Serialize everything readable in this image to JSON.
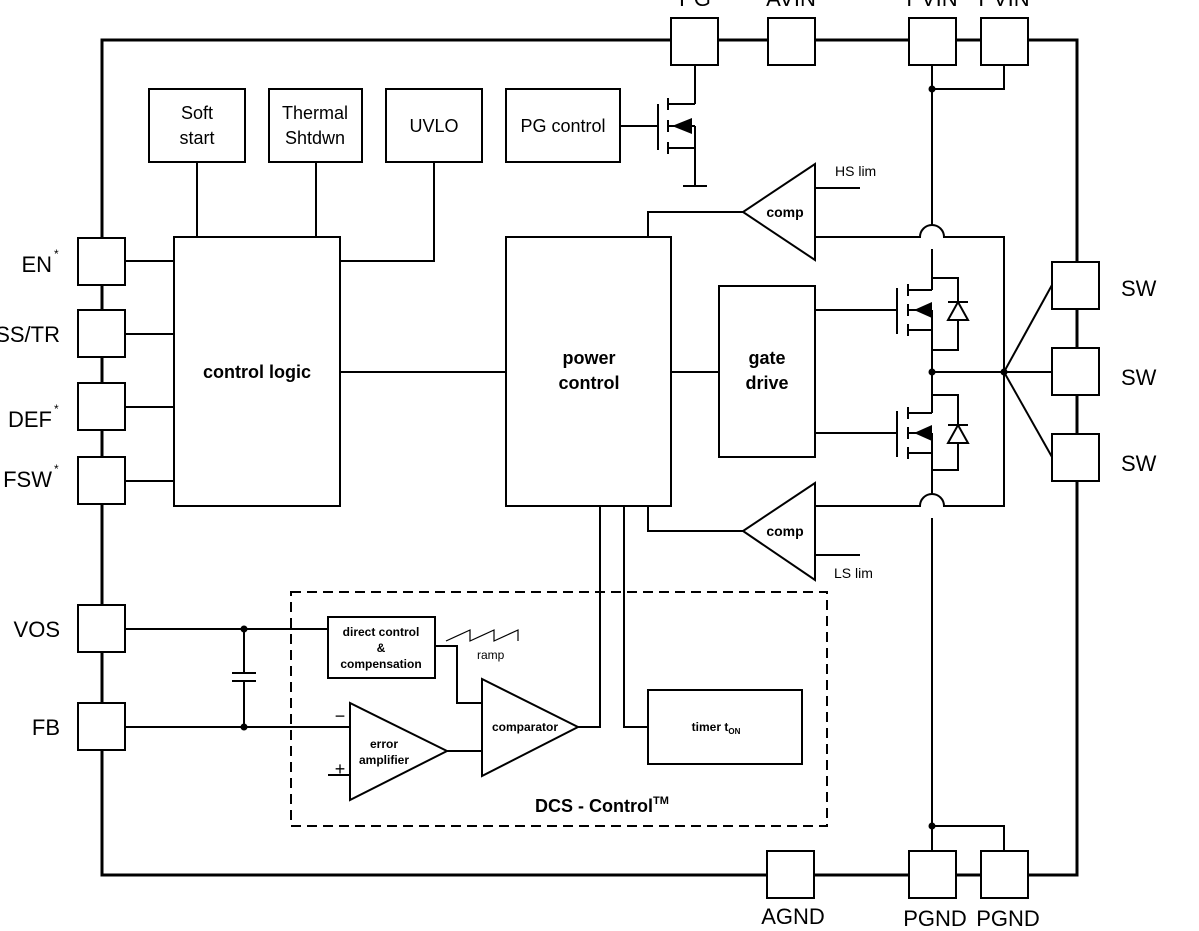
{
  "pins": {
    "top": {
      "pg": "PG",
      "avin": "AVIN",
      "pvin1": "PVIN",
      "pvin2": "PVIN"
    },
    "left": {
      "en": "EN",
      "sstr": "SS/TR",
      "def": "DEF",
      "fsw": "FSW",
      "vos": "VOS",
      "fb": "FB"
    },
    "right": {
      "sw1": "SW",
      "sw2": "SW",
      "sw3": "SW"
    },
    "bottom": {
      "agnd": "AGND",
      "pgnd1": "PGND",
      "pgnd2": "PGND"
    },
    "asterisk": "*"
  },
  "blocks": {
    "soft_start": [
      "Soft",
      "start"
    ],
    "thermal": [
      "Thermal",
      "Shtdwn"
    ],
    "uvlo": "UVLO",
    "pg_control": "PG control",
    "control_logic": "control logic",
    "power_control": [
      "power",
      "control"
    ],
    "gate_drive": [
      "gate",
      "drive"
    ],
    "comp_hs": "comp",
    "comp_ls": "comp",
    "hs_lim": "HS lim",
    "ls_lim": "LS lim",
    "direct_control": [
      "direct control",
      "&",
      "compensation"
    ],
    "ramp": "ramp",
    "comparator": "comparator",
    "error_amp": [
      "error",
      "amplifier"
    ],
    "minus": "−",
    "plus": "+",
    "timer": "timer t",
    "timer_sub": "ON",
    "dcs_label": "DCS - Control",
    "dcs_sup": "TM"
  }
}
